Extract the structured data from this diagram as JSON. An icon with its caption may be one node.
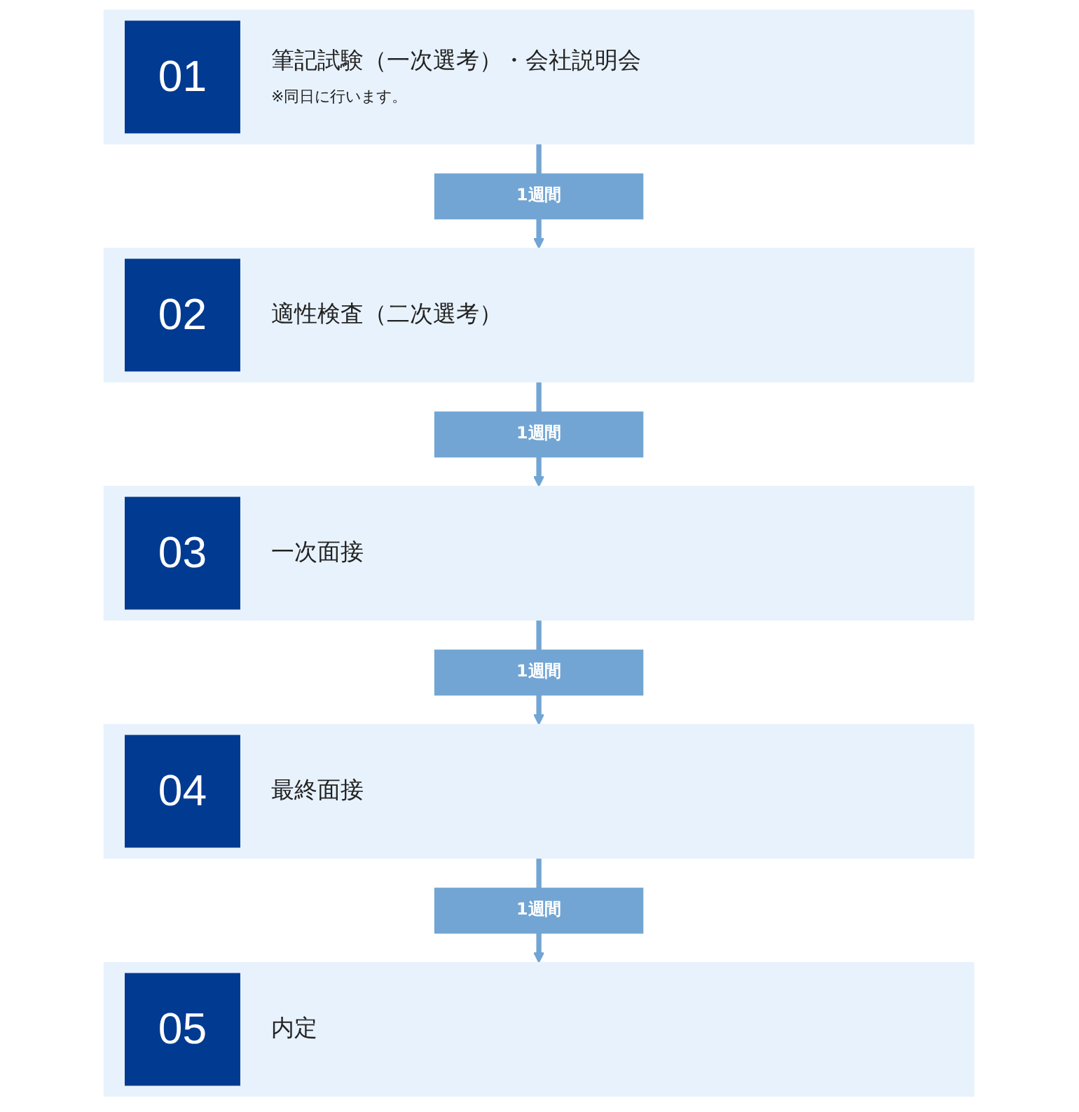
{
  "diagram": {
    "nodes": [
      {
        "text": [
          "01",
          "筆記試験（一次選考）・会社説明会",
          "※同日に行います。"
        ]
      },
      {
        "text": [
          "02",
          "適性検査（二次選考）"
        ]
      },
      {
        "text": [
          "03",
          "一次面接"
        ]
      },
      {
        "text": [
          "04",
          "最終面接"
        ]
      },
      {
        "text": [
          "05",
          "内定"
        ]
      }
    ],
    "edges": [
      {
        "from": 0,
        "to": 1,
        "arrow": "to",
        "label": "1週間"
      },
      {
        "from": 1,
        "to": 2,
        "arrow": "to",
        "label": "1週間"
      },
      {
        "from": 2,
        "to": 3,
        "arrow": "to",
        "label": "1週間"
      },
      {
        "from": 3,
        "to": 4,
        "arrow": "to",
        "label": "1週間"
      }
    ]
  }
}
